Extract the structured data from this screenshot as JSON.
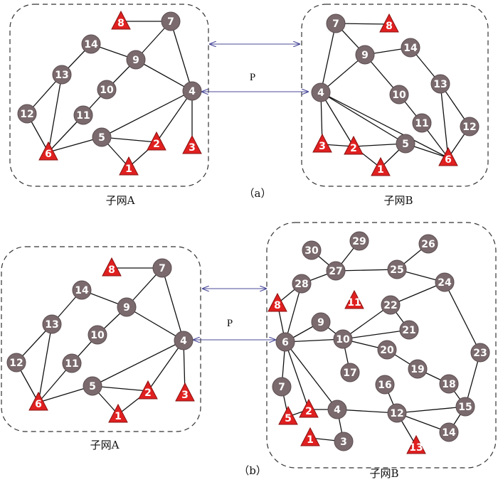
{
  "panel_a": {
    "label": "（a）",
    "p_label": "P",
    "subnet_a_title": "子网A",
    "subnet_b_title": "子网B",
    "subnet_a": {
      "nodes": [
        "8",
        "7",
        "14",
        "9",
        "13",
        "10",
        "4",
        "12",
        "11",
        "5",
        "2",
        "3",
        "6",
        "1"
      ],
      "triangles": [
        "8",
        "6",
        "1",
        "2",
        "3"
      ],
      "edges": [
        [
          "8",
          "7"
        ],
        [
          "7",
          "9"
        ],
        [
          "7",
          "4"
        ],
        [
          "14",
          "9"
        ],
        [
          "14",
          "13"
        ],
        [
          "9",
          "4"
        ],
        [
          "9",
          "10"
        ],
        [
          "10",
          "11"
        ],
        [
          "13",
          "12"
        ],
        [
          "13",
          "6"
        ],
        [
          "12",
          "6"
        ],
        [
          "11",
          "6"
        ],
        [
          "6",
          "5"
        ],
        [
          "5",
          "4"
        ],
        [
          "5",
          "1"
        ],
        [
          "5",
          "2"
        ],
        [
          "2",
          "4"
        ],
        [
          "3",
          "4"
        ],
        [
          "1",
          "2"
        ]
      ]
    },
    "subnet_b": {
      "nodes": [
        "7",
        "8",
        "9",
        "14",
        "4",
        "13",
        "10",
        "11",
        "12",
        "3",
        "2",
        "5",
        "6",
        "1"
      ],
      "triangles": [
        "8",
        "3",
        "2",
        "1",
        "6"
      ],
      "edges": [
        [
          "7",
          "8"
        ],
        [
          "7",
          "9"
        ],
        [
          "7",
          "4"
        ],
        [
          "9",
          "14"
        ],
        [
          "9",
          "4"
        ],
        [
          "9",
          "10"
        ],
        [
          "14",
          "13"
        ],
        [
          "13",
          "12"
        ],
        [
          "13",
          "6"
        ],
        [
          "10",
          "11"
        ],
        [
          "11",
          "6"
        ],
        [
          "12",
          "6"
        ],
        [
          "4",
          "3"
        ],
        [
          "4",
          "2"
        ],
        [
          "4",
          "5"
        ],
        [
          "4",
          "6"
        ],
        [
          "3",
          "2"
        ],
        [
          "2",
          "5"
        ],
        [
          "5",
          "1"
        ],
        [
          "5",
          "6"
        ],
        [
          "1",
          "2"
        ]
      ]
    }
  },
  "panel_b": {
    "label": "（b）",
    "p_label": "P",
    "subnet_a_title": "子网A",
    "subnet_b_title": "子网B",
    "subnet_a": {
      "nodes": [
        "8",
        "7",
        "14",
        "9",
        "13",
        "10",
        "4",
        "12",
        "11",
        "5",
        "2",
        "3",
        "6",
        "1"
      ],
      "triangles": [
        "8",
        "6",
        "1",
        "2",
        "3"
      ],
      "edges": [
        [
          "8",
          "7"
        ],
        [
          "7",
          "9"
        ],
        [
          "7",
          "4"
        ],
        [
          "14",
          "9"
        ],
        [
          "14",
          "13"
        ],
        [
          "9",
          "4"
        ],
        [
          "9",
          "10"
        ],
        [
          "10",
          "11"
        ],
        [
          "13",
          "12"
        ],
        [
          "13",
          "6"
        ],
        [
          "12",
          "6"
        ],
        [
          "11",
          "6"
        ],
        [
          "6",
          "5"
        ],
        [
          "5",
          "4"
        ],
        [
          "5",
          "1"
        ],
        [
          "5",
          "2"
        ],
        [
          "2",
          "4"
        ],
        [
          "3",
          "4"
        ],
        [
          "1",
          "2"
        ]
      ]
    },
    "subnet_b": {
      "nodes": [
        "30",
        "29",
        "26",
        "27",
        "25",
        "28",
        "24",
        "8",
        "11",
        "22",
        "9",
        "6",
        "10",
        "21",
        "20",
        "23",
        "19",
        "17",
        "16",
        "18",
        "7",
        "5",
        "2",
        "4",
        "12",
        "15",
        "1",
        "3",
        "13",
        "14"
      ],
      "triangles": [
        "8",
        "11",
        "5",
        "2",
        "1",
        "13"
      ],
      "edges": [
        [
          "30",
          "27"
        ],
        [
          "29",
          "27"
        ],
        [
          "27",
          "28"
        ],
        [
          "27",
          "25"
        ],
        [
          "26",
          "25"
        ],
        [
          "25",
          "24"
        ],
        [
          "24",
          "22"
        ],
        [
          "24",
          "23"
        ],
        [
          "28",
          "8"
        ],
        [
          "28",
          "6"
        ],
        [
          "8",
          "6"
        ],
        [
          "6",
          "9"
        ],
        [
          "6",
          "10"
        ],
        [
          "6",
          "7"
        ],
        [
          "6",
          "2"
        ],
        [
          "6",
          "4"
        ],
        [
          "9",
          "10"
        ],
        [
          "10",
          "22"
        ],
        [
          "10",
          "21"
        ],
        [
          "10",
          "20"
        ],
        [
          "10",
          "17"
        ],
        [
          "22",
          "21"
        ],
        [
          "20",
          "19"
        ],
        [
          "19",
          "18"
        ],
        [
          "18",
          "15"
        ],
        [
          "23",
          "15"
        ],
        [
          "16",
          "12"
        ],
        [
          "7",
          "5"
        ],
        [
          "5",
          "2"
        ],
        [
          "2",
          "4"
        ],
        [
          "4",
          "12"
        ],
        [
          "4",
          "3"
        ],
        [
          "1",
          "3"
        ],
        [
          "12",
          "15"
        ],
        [
          "12",
          "13"
        ],
        [
          "12",
          "14"
        ],
        [
          "15",
          "14"
        ]
      ]
    }
  }
}
